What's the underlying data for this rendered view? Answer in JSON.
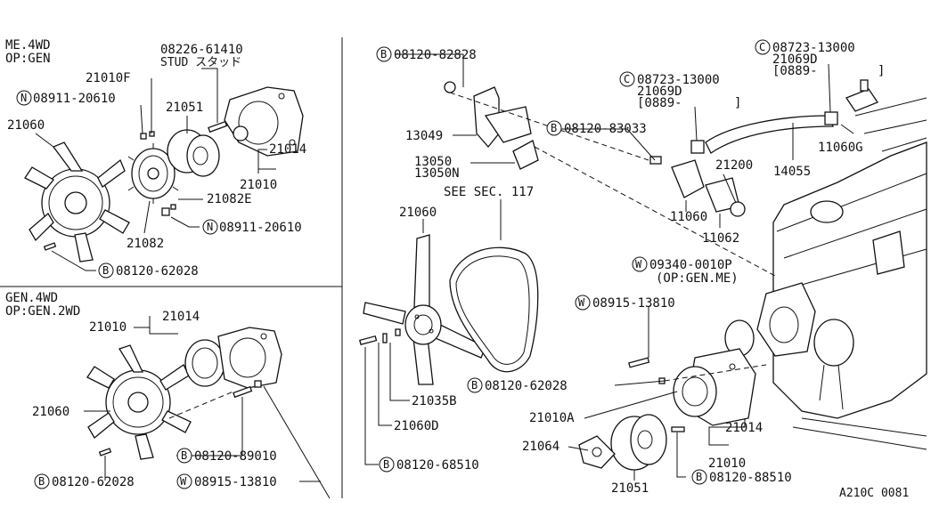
{
  "sections": {
    "top_left": {
      "line1": "ME.4WD",
      "line2": "OP:GEN"
    },
    "bottom_left": {
      "line1": "GEN.4WD",
      "line2": "OP:GEN.2WD"
    }
  },
  "labels": {
    "stud_part": "08226-61410",
    "stud_text": "STUD スタッド",
    "p21010F": "21010F",
    "n_top": "08911-20610",
    "p21051_tl": "21051",
    "p21060_tl": "21060",
    "p21014_tl": "21014",
    "p21010_tl": "21010",
    "p21082E": "21082E",
    "p21082": "21082",
    "n_bottom": "08911-20610",
    "b_62028_tl": "08120-62028",
    "p21014_bl": "21014",
    "p21010_bl": "21010",
    "p21060_bl": "21060",
    "b_89010": "08120-89010",
    "b_62028_bl": "08120-62028",
    "w_13810_bl": "08915-13810",
    "b_82828": "08120-82828",
    "p13049": "13049",
    "p13050": "13050",
    "p13050N": "13050N",
    "see_sec": "SEE SEC. 117",
    "p21060_m": "21060",
    "b_83033": "08120-83033",
    "c_13000_m": "08723-13000",
    "p21069D_m": "21069D",
    "bracket_m": "[0889-",
    "bracket_m_end": "]",
    "c_13000_r": "08723-13000",
    "p21069D_r": "21069D",
    "bracket_r": "[0889-",
    "bracket_r_end": "]",
    "p11060G": "11060G",
    "p14055": "14055",
    "p21200": "21200",
    "p11060": "11060",
    "p11062": "11062",
    "w_0010P": "09340-0010P",
    "opgen_me": "(OP:GEN.ME)",
    "w_13810_m": "08915-13810",
    "b_62028_m": "08120-62028",
    "p21035B": "21035B",
    "p21060D": "21060D",
    "b_68510": "08120-68510",
    "p21010A": "21010A",
    "p21064": "21064",
    "p21051_m": "21051",
    "p21014_m": "21014",
    "p21010_m": "21010",
    "b_88510": "08120-88510",
    "figure_code": "A210C 0081"
  },
  "symbols": {
    "B": "B",
    "N": "N",
    "W": "W",
    "C": "C"
  }
}
